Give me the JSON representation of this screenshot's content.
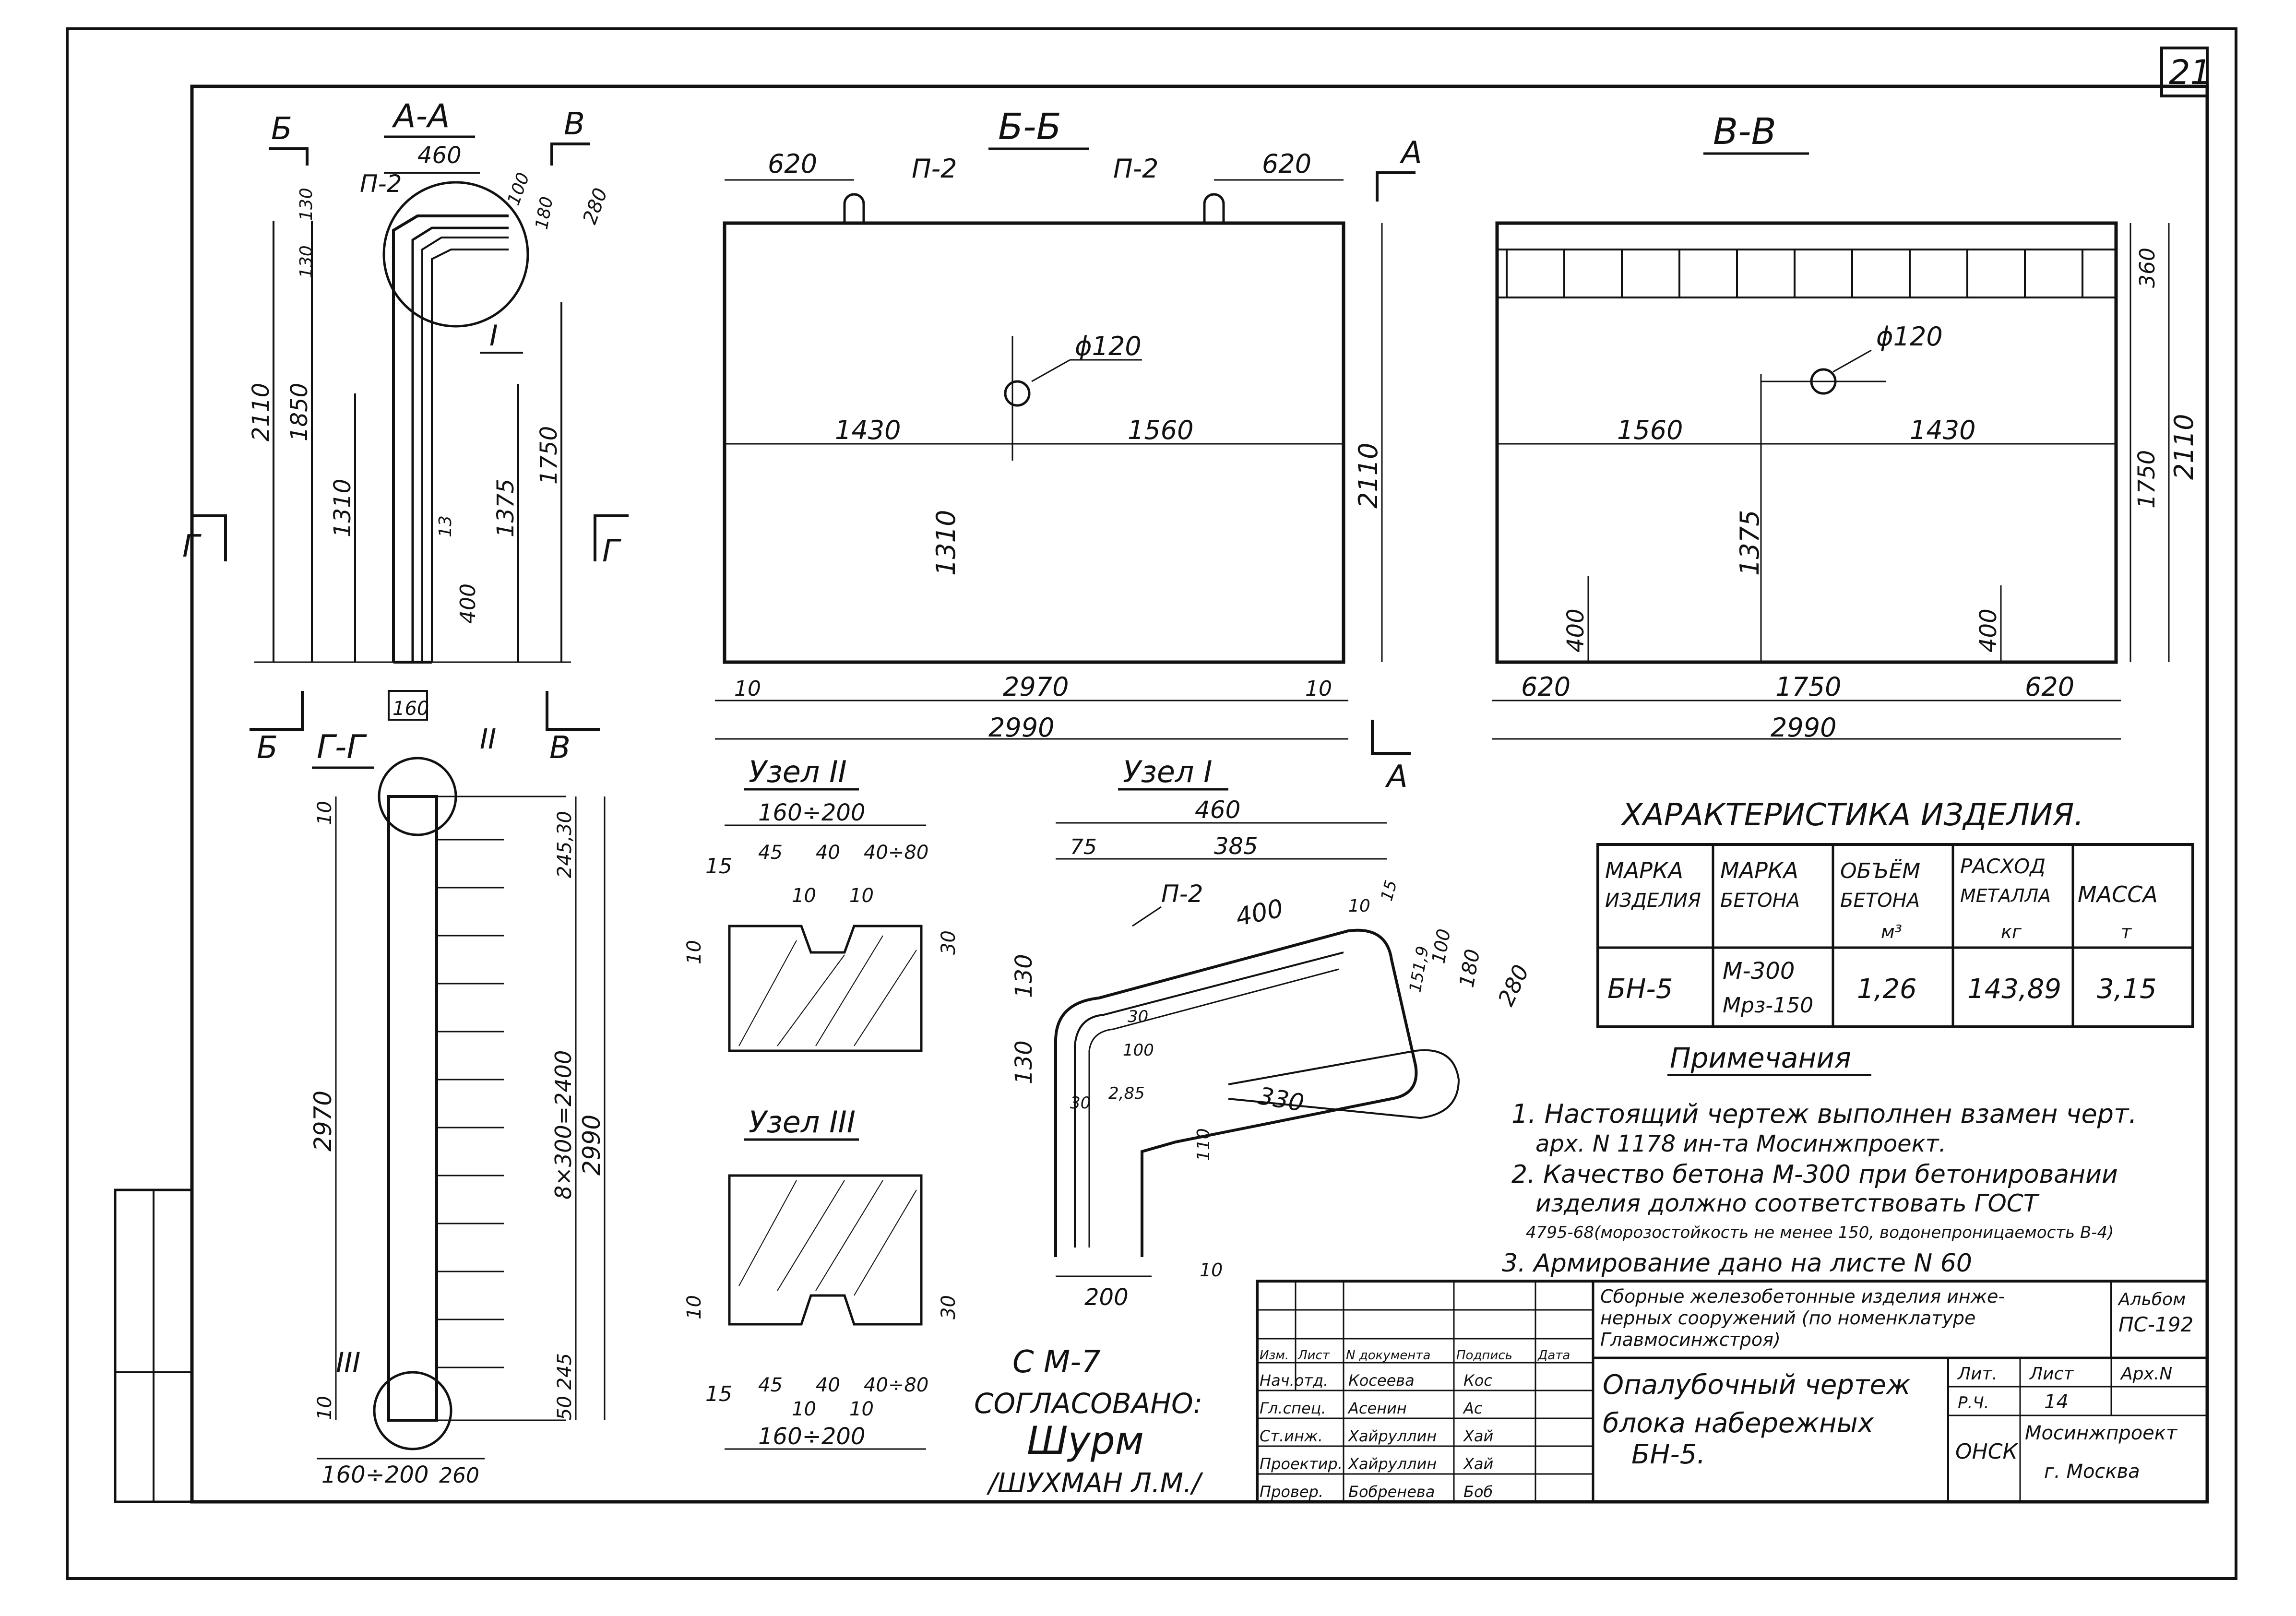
{
  "sheet": {
    "number": "21"
  },
  "views": {
    "aa": {
      "title": "А-А",
      "section_marks": [
        "Б",
        "Б",
        "В",
        "В",
        "Г",
        "Г"
      ],
      "callouts": [
        "П-2",
        "I"
      ],
      "dims": {
        "top_width": "460",
        "bottom_width": "160",
        "d130_a": "130",
        "d130_b": "130",
        "d100": "100",
        "d180": "180",
        "d280": "280",
        "d2110": "2110",
        "d1850": "1850",
        "d1310": "1310",
        "d1375": "1375",
        "d1750": "1750",
        "d400": "400",
        "d13": "13"
      }
    },
    "bb": {
      "title": "Б-Б",
      "section_marks": [
        "А",
        "А"
      ],
      "callouts": [
        "П-2",
        "П-2"
      ],
      "hole": "ϕ120",
      "dims": {
        "left_620": "620",
        "right_620": "620",
        "d1430": "1430",
        "d1560": "1560",
        "d1310": "1310",
        "d2110": "2110",
        "d10_l": "10",
        "d2970": "2970",
        "d10_r": "10",
        "d2990": "2990"
      }
    },
    "vv": {
      "title": "В-В",
      "hole": "ϕ120",
      "dims": {
        "d1560": "1560",
        "d1430": "1430",
        "d1375": "1375",
        "d400_l": "400",
        "d400_r": "400",
        "d360": "360",
        "d1750v": "1750",
        "d2110": "2110",
        "d620_l": "620",
        "d1750": "1750",
        "d620_r": "620",
        "d2990": "2990"
      }
    },
    "gg": {
      "title": "Г-Г",
      "callouts": [
        "II",
        "III"
      ],
      "dims": {
        "d10_t": "10",
        "d10_b": "10",
        "d2970": "2970",
        "d245_30": "245,30",
        "d8x300": "8×300=2400",
        "d2990": "2990",
        "d50_245": "50 245",
        "d160_200": "160÷200",
        "d260": "260"
      }
    },
    "node2": {
      "title": "Узел II",
      "dims": {
        "w": "160÷200",
        "d15": "15",
        "d45": "45",
        "d40": "40",
        "d40_80": "40÷80",
        "d10a": "10",
        "d10b": "10",
        "d10v": "10",
        "d30": "30"
      }
    },
    "node3": {
      "title": "Узел III",
      "dims": {
        "w": "160÷200",
        "d15": "15",
        "d45": "45",
        "d40": "40",
        "d40_80": "40÷80",
        "d10a": "10",
        "d10b": "10",
        "d10v": "10",
        "d30": "30"
      }
    },
    "node1": {
      "title": "Узел I",
      "callout": "П-2",
      "dims": {
        "d460": "460",
        "d75": "75",
        "d385": "385",
        "d400": "400",
        "d10": "10",
        "d15": "15",
        "d130a": "130",
        "d130b": "130",
        "d151": "151,9",
        "d100": "100",
        "d180": "180",
        "d280": "280",
        "d30a": "30",
        "d30b": "30",
        "d100b": "100",
        "d285": "2,85",
        "d330": "330",
        "d110": "110",
        "d200": "200",
        "d10b": "10"
      }
    }
  },
  "characteristics": {
    "title": "ХАРАКТЕРИСТИКА ИЗДЕЛИЯ.",
    "headers": [
      [
        "МАРКА",
        "ИЗДЕЛИЯ"
      ],
      [
        "МАРКА",
        "БЕТОНА"
      ],
      [
        "ОБЪЁМ",
        "БЕТОНА",
        "м³"
      ],
      [
        "РАСХОД",
        "МЕТАЛЛА",
        "кг"
      ],
      [
        "МАССА",
        "т"
      ]
    ],
    "row": {
      "mark": "БН-5",
      "concrete": [
        "М-300",
        "Мрз-150"
      ],
      "volume": "1,26",
      "metal": "143,89",
      "mass": "3,15"
    }
  },
  "notes": {
    "title": "Примечания",
    "lines": [
      "1. Настоящий чертеж выполнен взамен черт.",
      "арх. N 1178 ин-та Мосинжпроект.",
      "2. Качество бетона М-300 при бетонировании",
      "изделия должно соответствовать ГОСТ",
      "4795-68(морозостойкость не менее 150, водонепроницаемость В-4)",
      "3. Армирование дано на листе N 60"
    ]
  },
  "approval": {
    "line1": "С  М-7",
    "line2": "СОГЛАСОВАНО:",
    "signature": "Шурм",
    "name": "/ШУХМАН Л.М./"
  },
  "title_block": {
    "description": [
      "Сборные железобетонные изделия инже-",
      "нерных сооружений (по номенклатуре",
      "Главмосинжстроя)"
    ],
    "album_label": "Альбом",
    "album_value": "ПС-192",
    "drawing_title": [
      "Опалубочный чертеж",
      "блока набережных",
      "БН-5."
    ],
    "stage_header": "Лит.",
    "sheet_header": "Лист",
    "archive_header": "Арх.N",
    "stage": "Р.Ч.",
    "sheet": "14",
    "dept": "ОНСК",
    "org": [
      "Мосинжпроект",
      "г. Москва"
    ],
    "columns": [
      "Изм.",
      "Лист",
      "N документа",
      "Подпись",
      "Дата"
    ],
    "staff": [
      {
        "role": "Нач.отд.",
        "name": "Косеева",
        "sign": "Кос"
      },
      {
        "role": "Гл.спец.",
        "name": "Асенин",
        "sign": "Ас"
      },
      {
        "role": "Ст.инж.",
        "name": "Хайруллин",
        "sign": "Хай"
      },
      {
        "role": "Проектир.",
        "name": "Хайруллин",
        "sign": "Хай"
      },
      {
        "role": "Провер.",
        "name": "Бобренева",
        "sign": "Боб"
      }
    ]
  }
}
